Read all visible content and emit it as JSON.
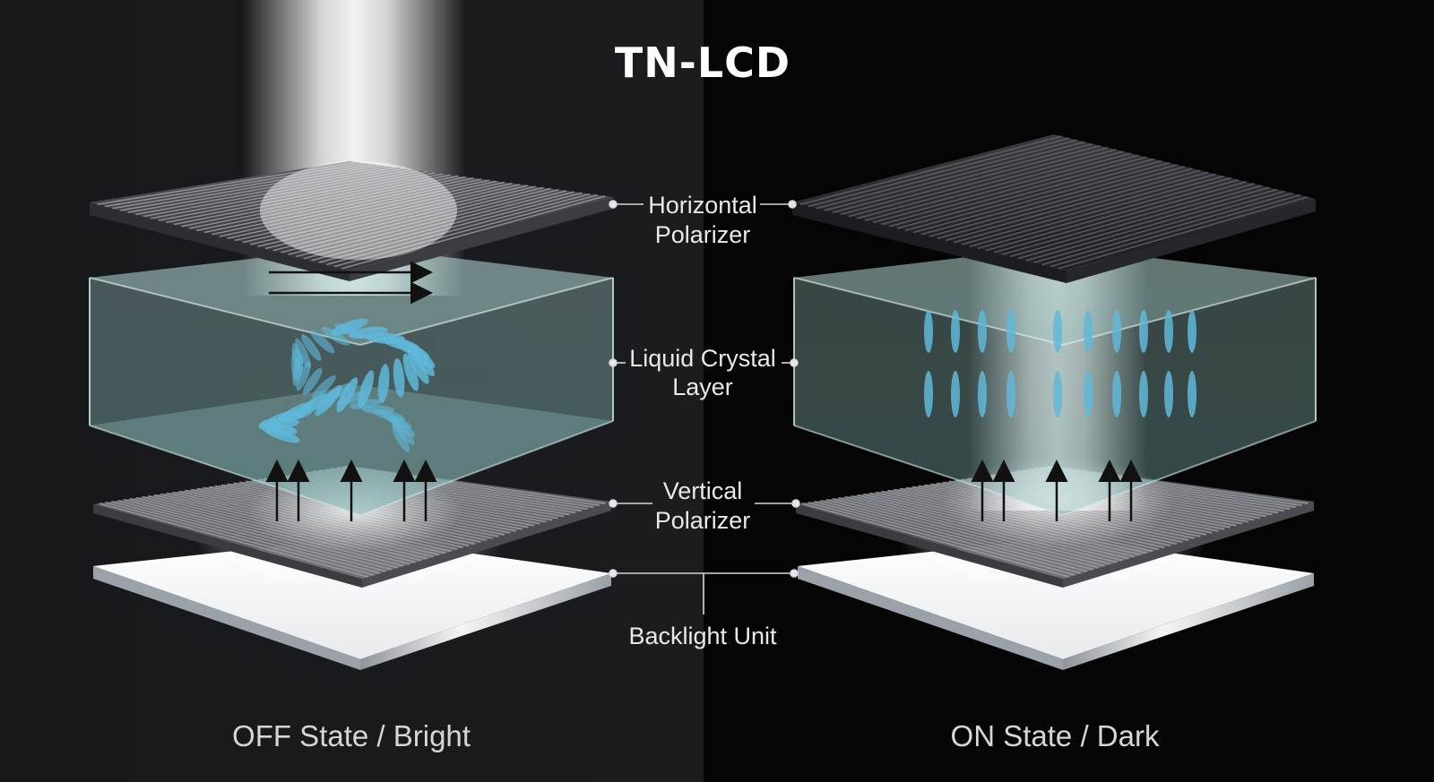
{
  "title": "TN-LCD",
  "labels": {
    "horizontal_polarizer": [
      "Horizontal",
      "Polarizer"
    ],
    "liquid_crystal": [
      "Liquid Crystal",
      "Layer"
    ],
    "vertical_polarizer": [
      "Vertical",
      "Polarizer"
    ],
    "backlight": "Backlight Unit"
  },
  "states": {
    "off": "OFF State / Bright",
    "on": "ON State / Dark"
  },
  "colors": {
    "background_left": "#141519",
    "background_right": "#050505",
    "glass": "#9ec9c6",
    "crystal": "#5fb8d9",
    "text": "#e9e9e9"
  }
}
